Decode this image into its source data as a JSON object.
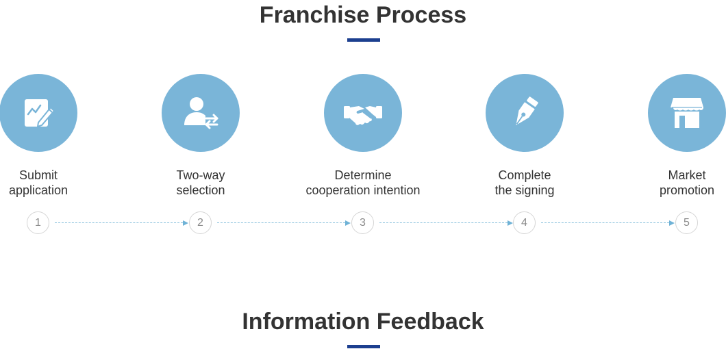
{
  "colors": {
    "circle": "#7ab5d8",
    "accent_bar": "#1c3f8f",
    "connector": "#8fc4de"
  },
  "franchise": {
    "title": "Franchise Process",
    "steps": [
      {
        "number": "1",
        "icon": "document-edit-icon",
        "label_line1": "Submit",
        "label_line2": "application"
      },
      {
        "number": "2",
        "icon": "user-exchange-icon",
        "label_line1": "Two-way",
        "label_line2": "selection"
      },
      {
        "number": "3",
        "icon": "handshake-icon",
        "label_line1": "Determine",
        "label_line2": "cooperation intention"
      },
      {
        "number": "4",
        "icon": "pen-nib-icon",
        "label_line1": "Complete",
        "label_line2": "the signing"
      },
      {
        "number": "5",
        "icon": "storefront-icon",
        "label_line1": "Market",
        "label_line2": "promotion"
      }
    ]
  },
  "feedback": {
    "title": "Information Feedback"
  }
}
